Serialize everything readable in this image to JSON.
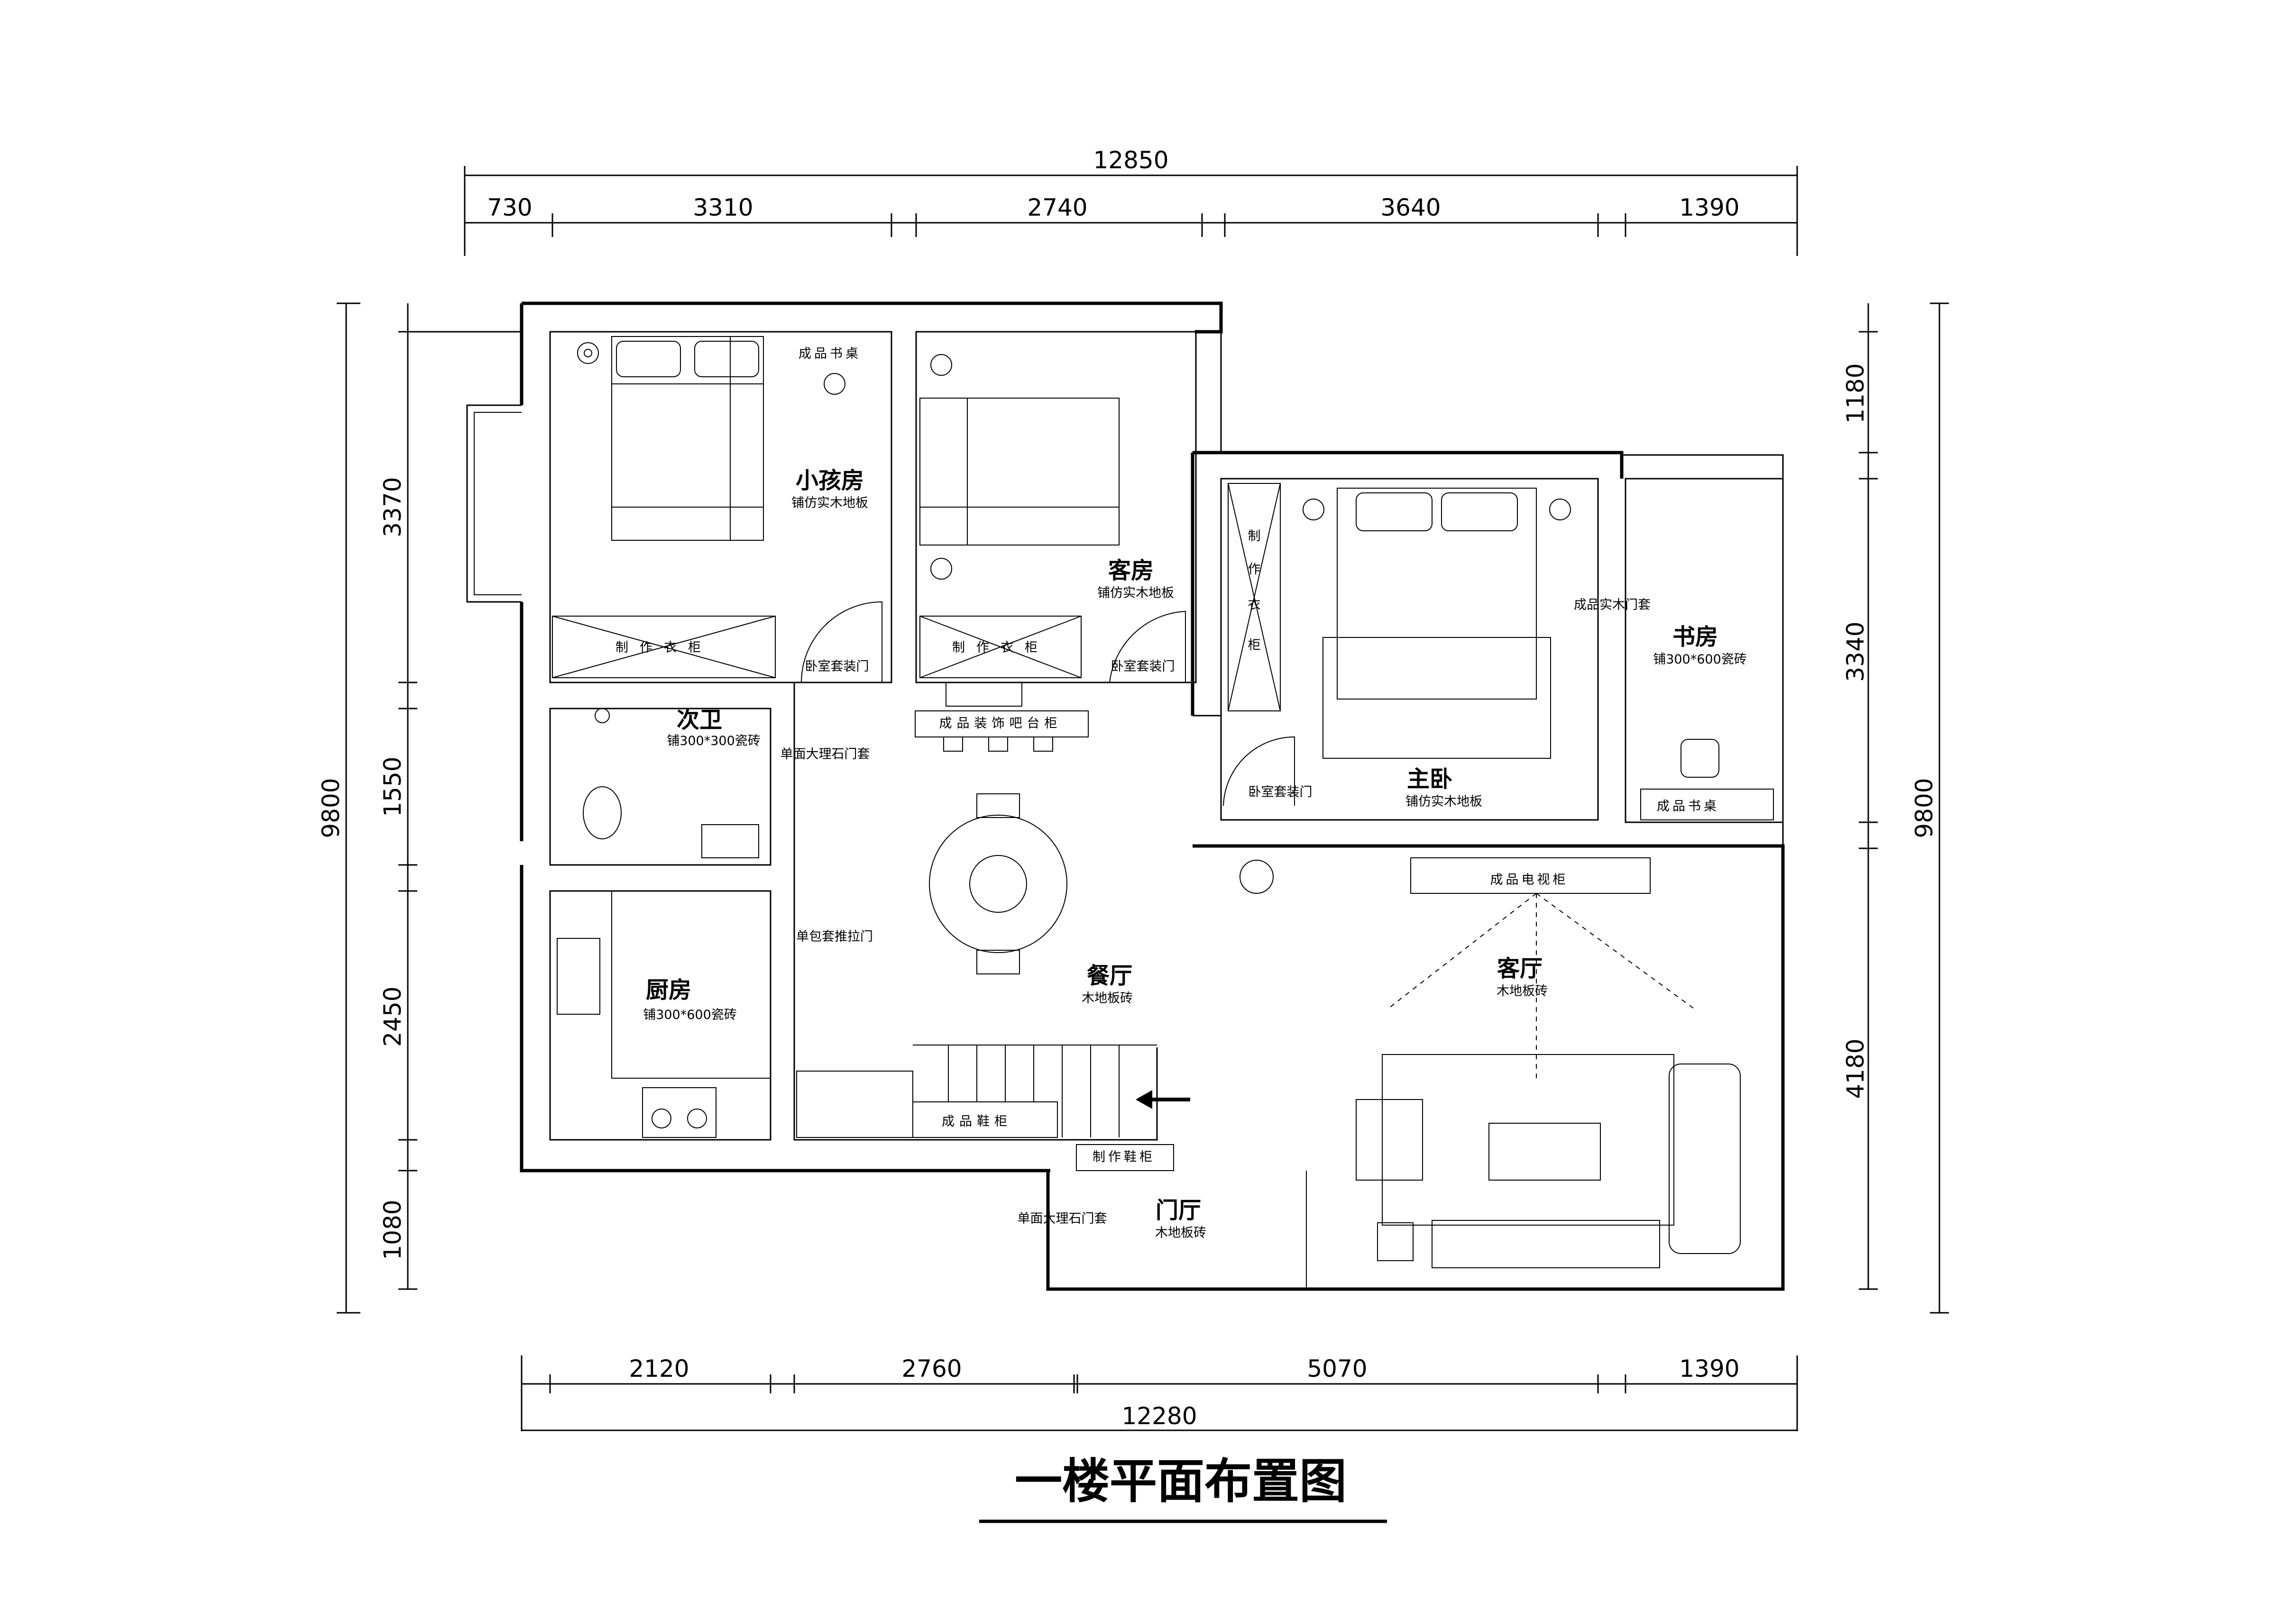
{
  "title": "一楼平面布置图",
  "dimensions": {
    "top_total": "12850",
    "top_segments": [
      "730",
      "3310",
      "2740",
      "3640",
      "1390"
    ],
    "bottom_segments": [
      "2120",
      "2760",
      "5070",
      "1390"
    ],
    "bottom_total": "12280",
    "left_total": "9800",
    "left_segments": [
      "3370",
      "1550",
      "2450",
      "1080"
    ],
    "right_total": "9800",
    "right_segments": [
      "1180",
      "3340",
      "4180"
    ]
  },
  "rooms": {
    "child_room": "小孩房",
    "child_floor": "铺仿实木地板",
    "guest_room": "客房",
    "guest_floor": "铺仿实木地板",
    "master_bedroom": "主卧",
    "master_floor": "铺仿实木地板",
    "study": "书房",
    "study_floor": "铺300*600瓷砖",
    "second_bath": "次卫",
    "bath_floor": "铺300*300瓷砖",
    "kitchen": "厨房",
    "kitchen_floor": "铺300*600瓷砖",
    "dining": "餐厅",
    "dining_floor": "木地板砖",
    "living": "客厅",
    "living_floor": "木地板砖",
    "foyer": "门厅",
    "foyer_floor": "木地板砖"
  },
  "notes": {
    "desk_child": "成品书桌",
    "wardrobe_child": "制作衣柜",
    "door_child": "卧室套装门",
    "wardrobe_guest": "制作衣柜",
    "door_guest": "卧室套装门",
    "bar_cabinet": "成品装饰吧台柜",
    "marble_bath": "单面大理石门套",
    "sliding_door": "单包套推拉门",
    "shoe_cabinet": "成品鞋柜",
    "made_cabinet": "制作鞋柜",
    "marble_foyer": "单面大理石门套",
    "wardrobe_master": [
      "制",
      "作",
      "衣",
      "柜"
    ],
    "door_master": "卧室套装门",
    "door_study": "成品实木门套",
    "desk_study": "成品书桌",
    "tv_cabinet": "成品电视柜"
  }
}
